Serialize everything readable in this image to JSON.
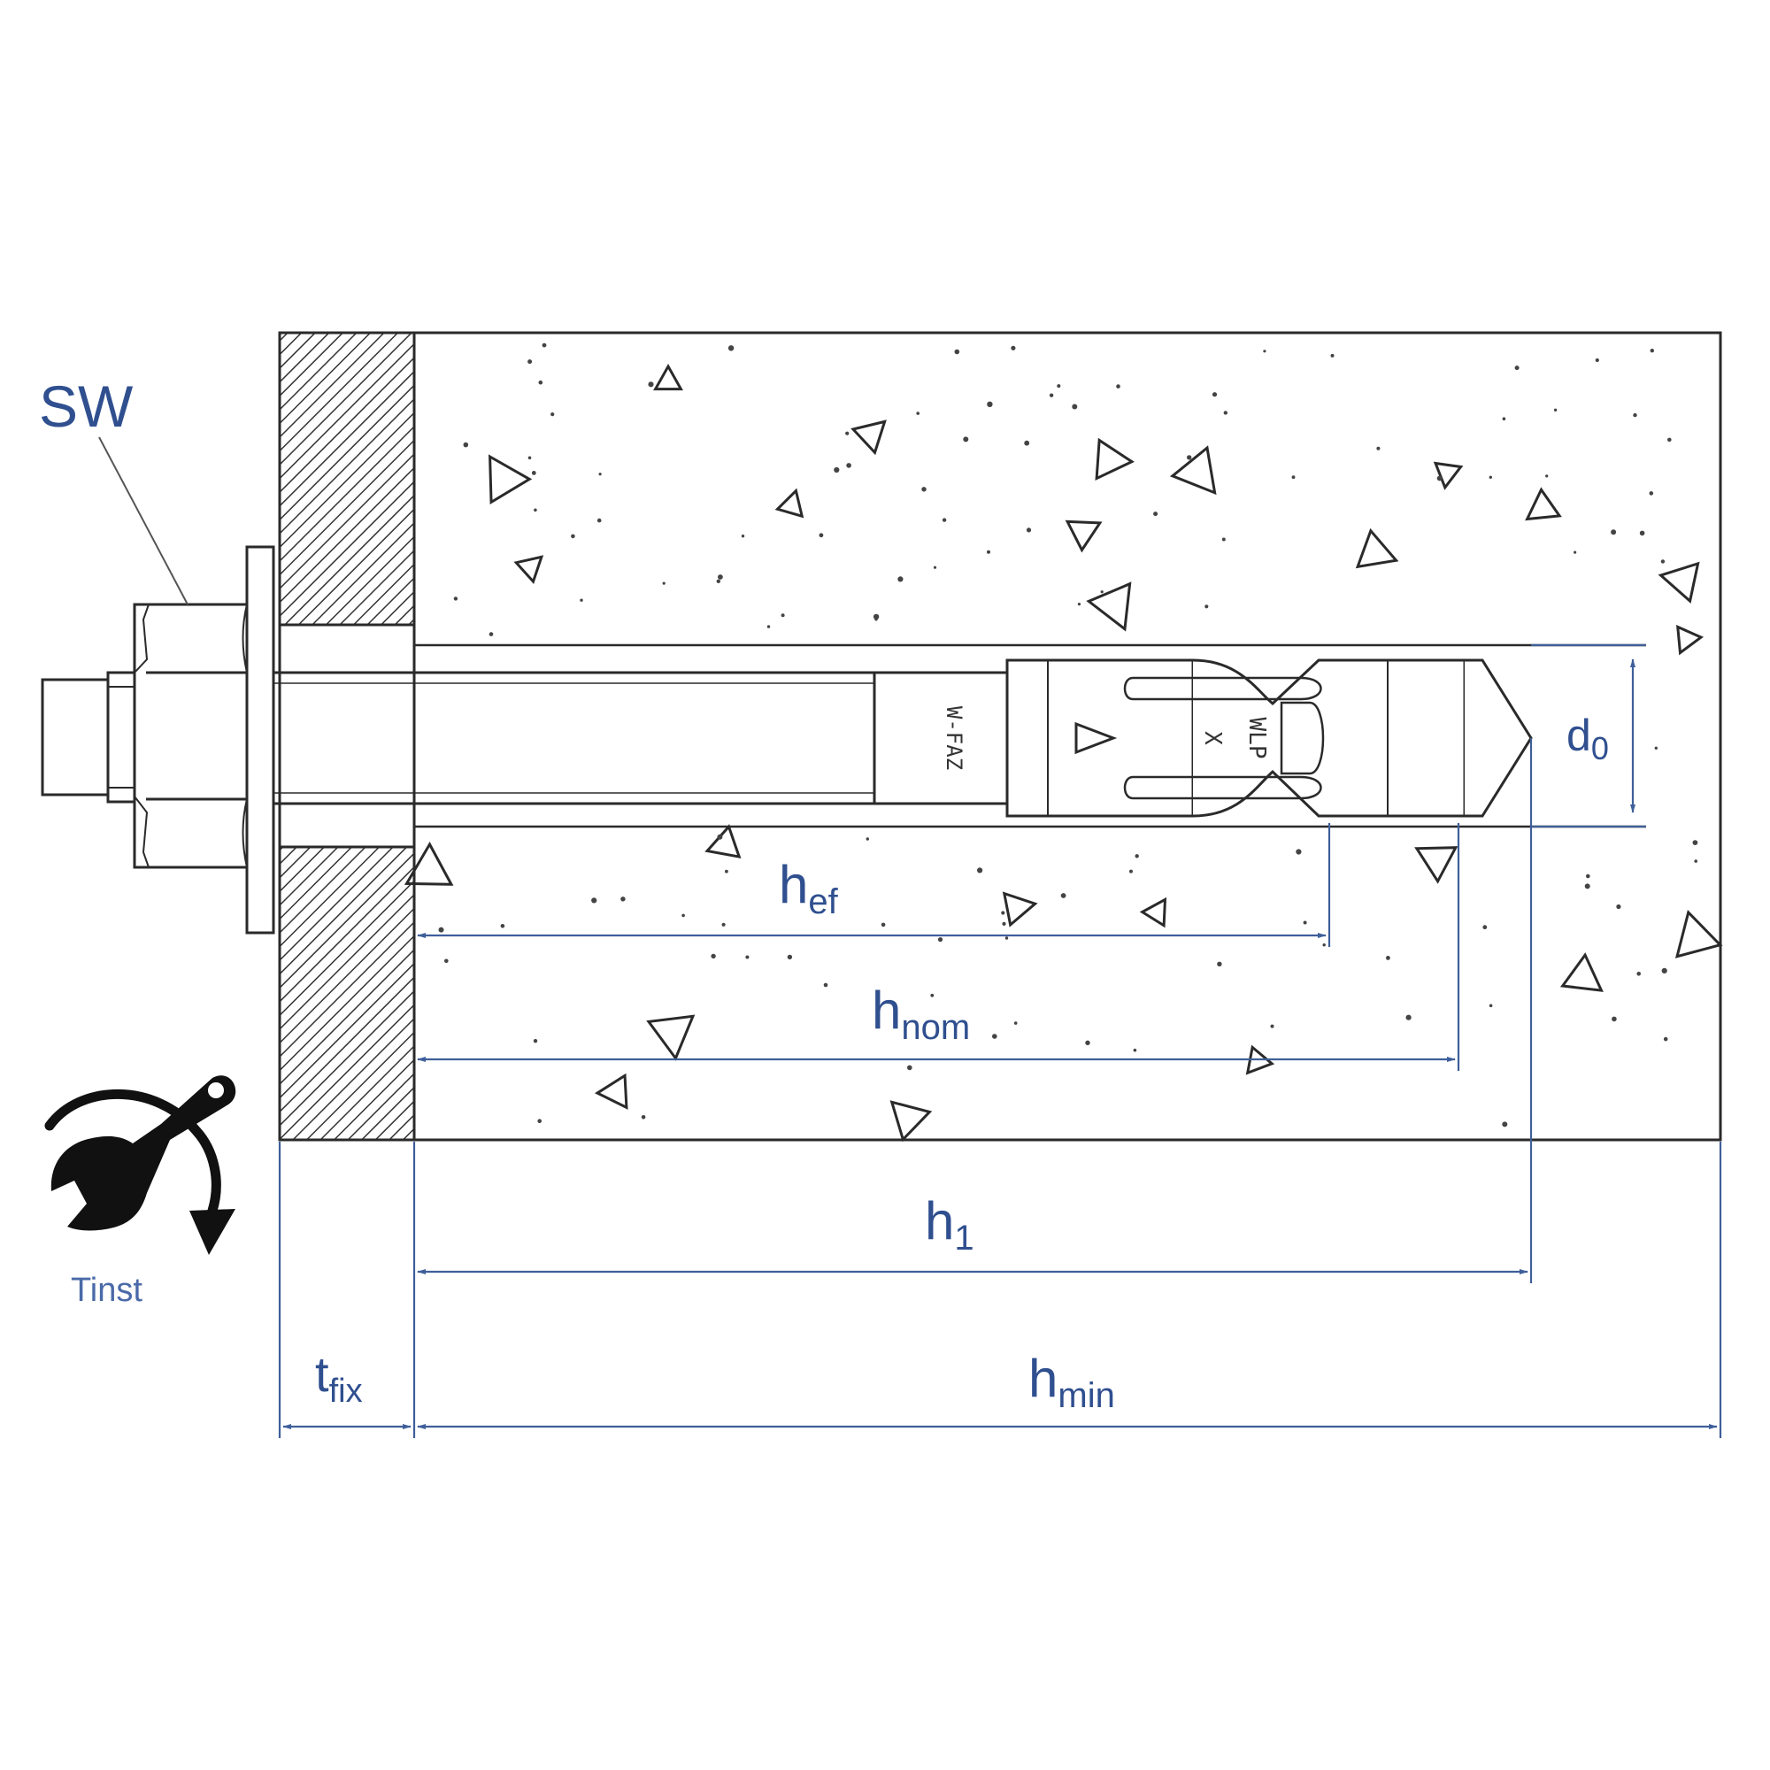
{
  "labels": {
    "sw": "SW",
    "tinst": "Tinst",
    "d0": {
      "main": "d",
      "sub": "0"
    },
    "hef": {
      "main": "h",
      "sub": "ef"
    },
    "hnom": {
      "main": "h",
      "sub": "nom"
    },
    "h1": {
      "main": "h",
      "sub": "1"
    },
    "tfix": {
      "main": "t",
      "sub": "fix"
    },
    "hmin": {
      "main": "h",
      "sub": "min"
    }
  },
  "anchor_markings": {
    "shaft_text": "W-FAZ",
    "sleeve_text": "WLP",
    "sleeve_mark": "X"
  },
  "colors": {
    "dimension": "#3f5f9a",
    "dimension_text": "#2f4f8f",
    "line_art": "#2a2a2a"
  },
  "icons": [
    "wrench-icon",
    "rotation-arrow-icon"
  ]
}
